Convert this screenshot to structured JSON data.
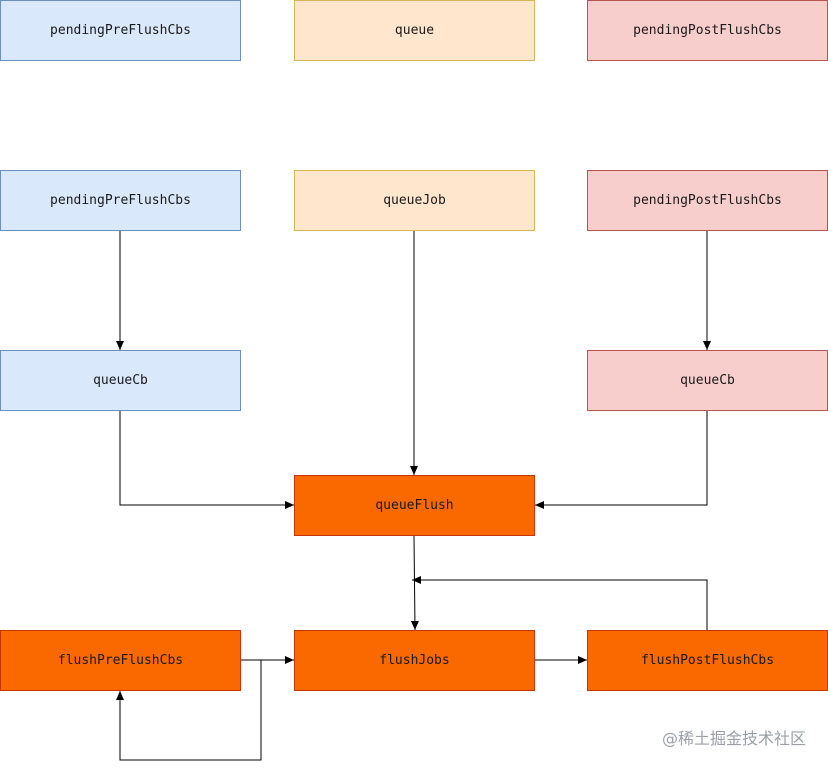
{
  "nodes": {
    "top_pre": "pendingPreFlushCbs",
    "top_queue": "queue",
    "top_post": "pendingPostFlushCbs",
    "mid_pre": "pendingPreFlushCbs",
    "mid_queuejob": "queueJob",
    "mid_post": "pendingPostFlushCbs",
    "queuecb_left": "queueCb",
    "queuecb_right": "queueCb",
    "queue_flush": "queueFlush",
    "flush_pre": "flushPreFlushCbs",
    "flush_jobs": "flushJobs",
    "flush_post": "flushPostFlushCbs"
  },
  "colors": {
    "blue_fill": "#dae8fc",
    "yellow_fill": "#ffe6cc",
    "red_fill": "#f8cecc",
    "orange_fill": "#fa6800"
  },
  "watermark": "@稀土掘金技术社区"
}
